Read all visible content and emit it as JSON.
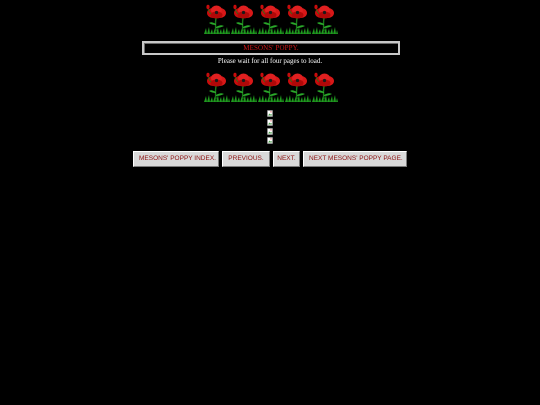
{
  "page": {
    "title_box": "MESONS' POPPY.",
    "wait_message": "Please wait for all four pages to load."
  },
  "decorations": {
    "top_row_icon": "poppy-flower-icon",
    "middle_row_icon": "poppy-flower-icon",
    "poppy_count_per_row": 5,
    "broken_image_icon": "broken-image-icon",
    "broken_image_count": 4
  },
  "nav": {
    "index_label": "MESONS' POPPY INDEX.",
    "previous_label": "PREVIOUS.",
    "next_label": "NEXT.",
    "next_page_label": "NEXT MESONS' POPPY PAGE."
  },
  "colors": {
    "background": "#000000",
    "title_text": "#d01818",
    "wait_text": "#ffffff",
    "button_face": "#d9d9d9",
    "button_text": "#8a1010",
    "poppy_petal": "#d41010",
    "poppy_stem": "#1a8a1a"
  }
}
